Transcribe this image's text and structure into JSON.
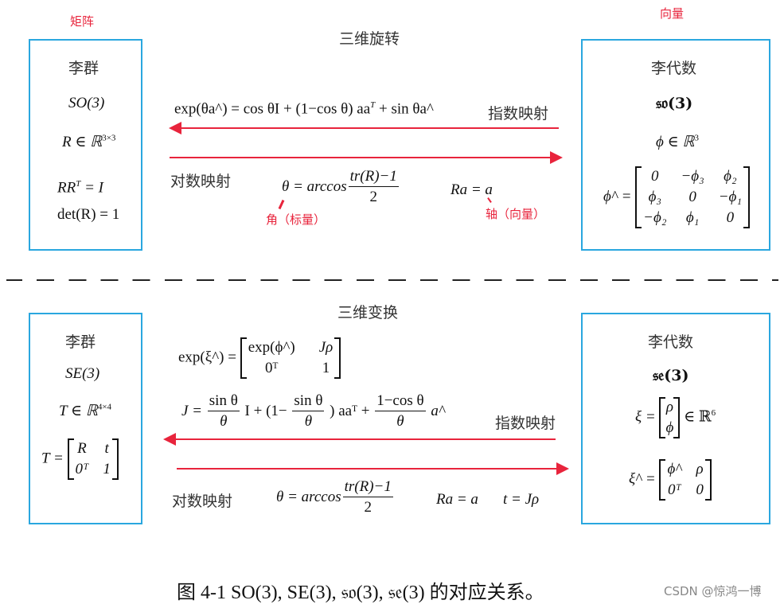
{
  "labels": {
    "matrix": "矩阵",
    "vector": "向量",
    "rotation": "三维旋转",
    "transform": "三维变换",
    "lie_group": "李群",
    "lie_algebra": "李代数",
    "exp_map": "指数映射",
    "log_map": "对数映射",
    "angle_note": "角（标量）",
    "axis_note": "轴（向量）"
  },
  "top": {
    "group": {
      "name": "SO(3)",
      "r_in": "R ∈ ℝ",
      "r_dim": "3×3",
      "rrt": "RR",
      "rrt_sup": "T",
      "rrt_eq": " = I",
      "det": "det(R) = 1"
    },
    "algebra": {
      "name": "𝔰𝔬(3)",
      "phi_in": "ϕ ∈ ℝ",
      "phi_dim": "3",
      "hat": "ϕ^ =",
      "matrix": [
        "0",
        "−ϕ₃",
        "ϕ₂",
        "ϕ₃",
        "0",
        "−ϕ₁",
        "−ϕ₂",
        "ϕ₁",
        "0"
      ]
    },
    "exp_formula": "exp(θa^) = cos θI + (1−cos θ) aa",
    "exp_sup": "T",
    "exp_tail": " + sin θa^",
    "theta_lhs": "θ = arccos",
    "theta_num": "tr(R)−1",
    "theta_den": "2",
    "ra": "Ra = a"
  },
  "bottom": {
    "group": {
      "name": "SE(3)",
      "t_in": "T ∈ ℝ",
      "t_dim": "4×4",
      "t_eq": "T =",
      "matrix": [
        "R",
        "t",
        "0ᵀ",
        "1"
      ]
    },
    "algebra": {
      "name": "𝔰𝔢(3)",
      "xi_eq": "ξ =",
      "xi_vec": [
        "ρ",
        "ϕ"
      ],
      "xi_in": "∈ ℝ",
      "xi_dim": "6",
      "xi_hat": "ξ^ =",
      "matrix": [
        "ϕ^",
        "ρ",
        "0ᵀ",
        "0"
      ]
    },
    "exp_lhs": "exp(ξ^) =",
    "exp_matrix": [
      "exp(ϕ^)",
      "Jρ",
      "0ᵀ",
      "1"
    ],
    "j_lhs": "J =",
    "j_f1_num": "sin θ",
    "j_f1_den": "θ",
    "j_mid": "I + (1−",
    "j_f2_num": "sin θ",
    "j_f2_den": "θ",
    "j_mid2": ") aaᵀ +",
    "j_f3_num": "1−cos θ",
    "j_f3_den": "θ",
    "j_tail": "a^",
    "theta_lhs": "θ = arccos",
    "theta_num": "tr(R)−1",
    "theta_den": "2",
    "ra": "Ra = a",
    "t_eq": "t = Jρ"
  },
  "caption": "图 4-1   SO(3), SE(3), 𝔰𝔬(3), 𝔰𝔢(3) 的对应关系。",
  "watermark": "CSDN @惊鸿一博"
}
